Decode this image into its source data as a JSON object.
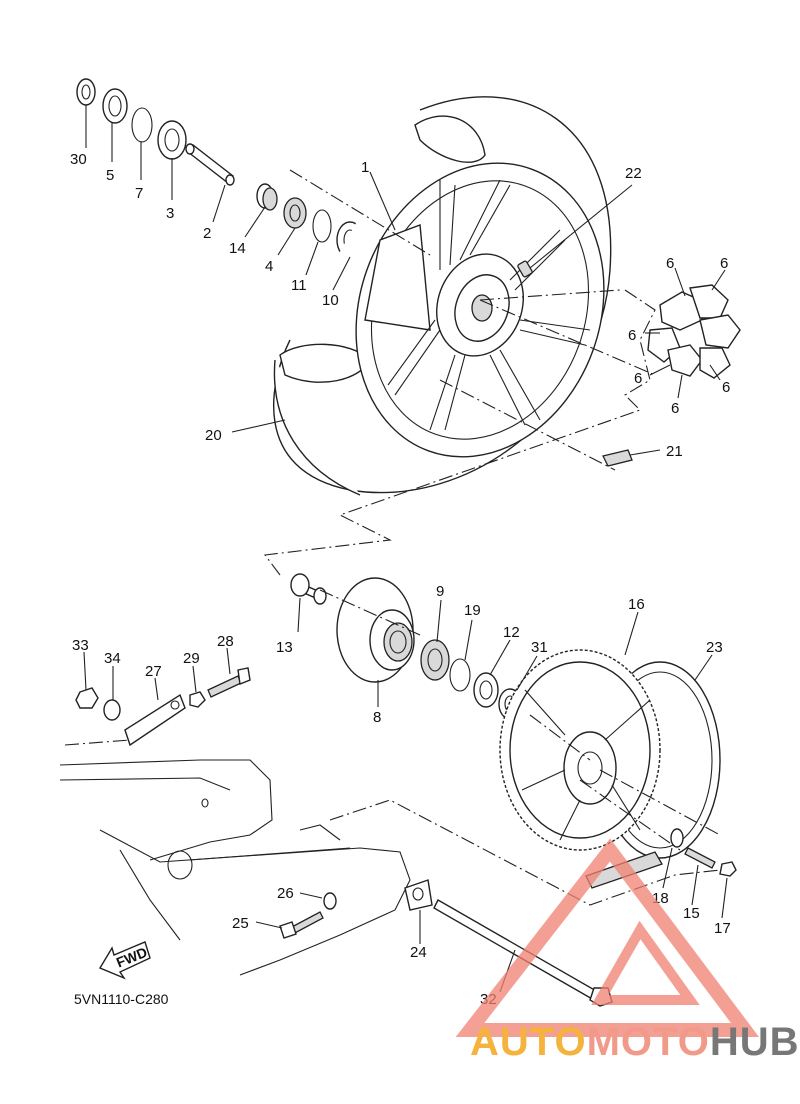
{
  "diagram_code": "5VN1110-C280",
  "fwd_label": "FWD",
  "callouts": {
    "c30": "30",
    "c5": "5",
    "c7": "7",
    "c3": "3",
    "c2": "2",
    "c14": "14",
    "c4": "4",
    "c11": "11",
    "c10": "10",
    "c1": "1",
    "c22": "22",
    "c20": "20",
    "c21": "21",
    "c6a": "6",
    "c6b": "6",
    "c6c": "6",
    "c6d": "6",
    "c6e": "6",
    "c6f": "6",
    "c9": "9",
    "c16": "16",
    "c19": "19",
    "c12": "12",
    "c31": "31",
    "c23": "23",
    "c13": "13",
    "c8": "8",
    "c33": "33",
    "c34": "34",
    "c27": "27",
    "c29": "29",
    "c28": "28",
    "c26": "26",
    "c25": "25",
    "c24": "24",
    "c18": "18",
    "c15": "15",
    "c17": "17",
    "c32": "32"
  },
  "watermark": {
    "part1": "AUTO",
    "part2": "MOTO",
    "part3": "HUB",
    "colors": {
      "triangle": "#f08070",
      "auto": "#f5b23c",
      "moto": "#f29a8a",
      "hub": "#777777"
    }
  }
}
